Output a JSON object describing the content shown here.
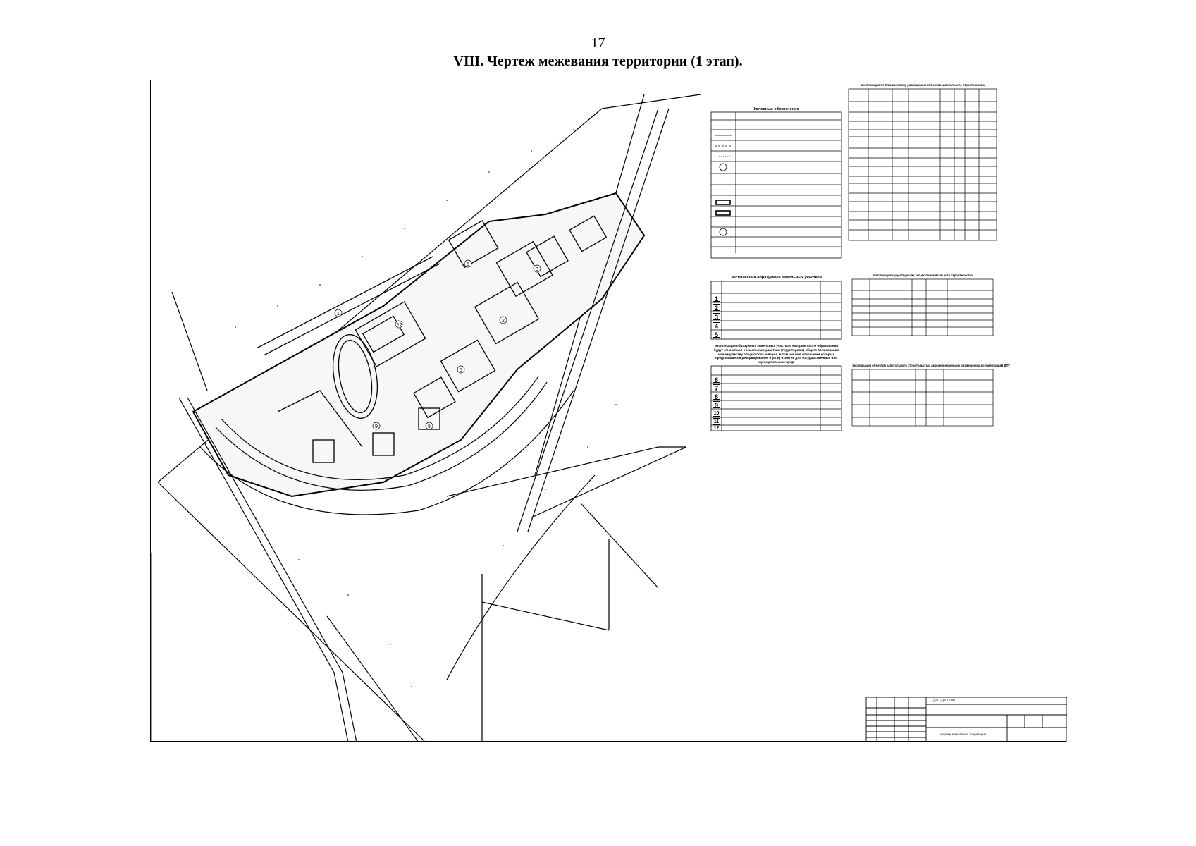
{
  "page": {
    "number": "17",
    "title": "VIII. Чертеж межевания территории (1 этап)."
  },
  "legend": {
    "title": "Условные обозначения"
  },
  "tables": {
    "table_a_title": "Экспликация образуемых земельных участков",
    "table_a_rows": [
      "1",
      "2",
      "3",
      "4",
      "5"
    ],
    "table_b_title": "Экспликация образуемых земельных участков, которые после образования будут относиться к земельным участкам (территориям) общего пользования или имуществу общего пользования, в том числе в отношении которых предполагается резервирование и (или) изъятие для государственных или муниципальных нужд",
    "table_b_rows": [
      "6",
      "7",
      "8",
      "9",
      "10",
      "11",
      "12"
    ],
    "table_c_title": "Экспликация по планируемому размещению объектов капитального строительства",
    "table_d_title": "Экспликация существующих объектов капитального строительства",
    "table_e_title": "Экспликация объектов капитального строительства, запланированных к размещению документацией ДПТ"
  },
  "stamp": {
    "code": "ДПТ-ДУ ППМ",
    "sheet_name": "Чертеж межевания территории"
  }
}
